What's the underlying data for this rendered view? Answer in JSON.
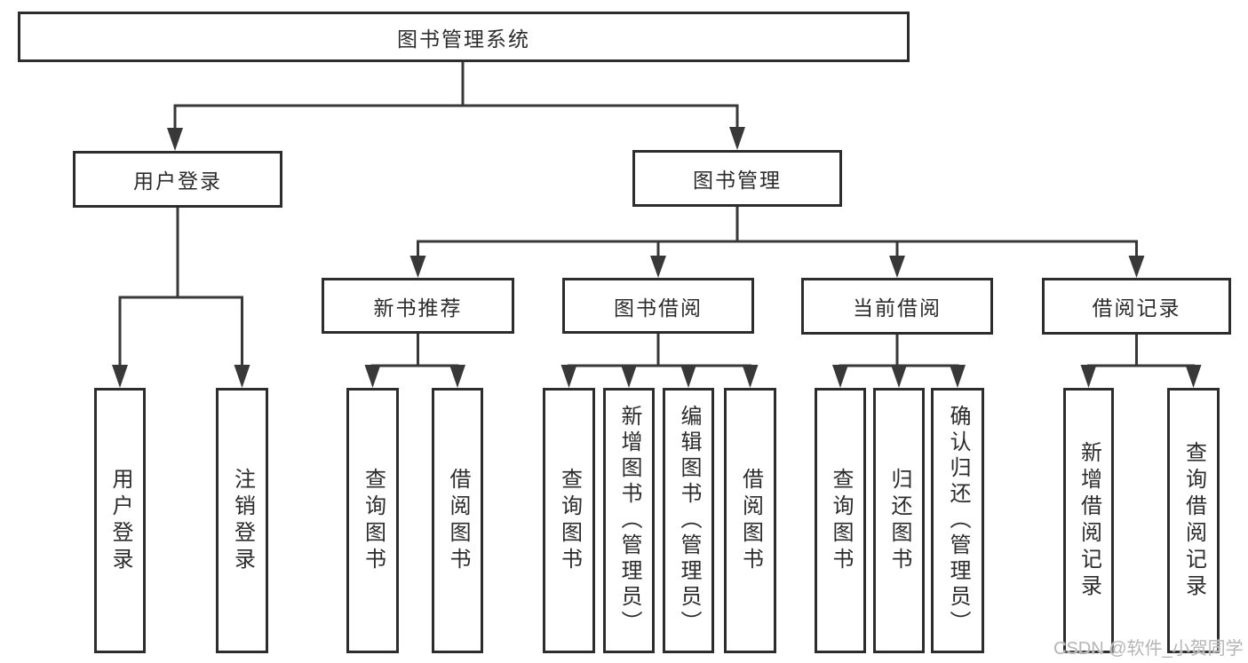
{
  "diagram": {
    "type": "hierarchy-diagram",
    "title": "图书管理系统"
  },
  "nodes": {
    "root": {
      "label": "图书管理系统"
    },
    "user_login": {
      "label": "用户登录"
    },
    "book_mgmt": {
      "label": "图书管理"
    },
    "new_book_rec": {
      "label": "新书推荐"
    },
    "book_borrow": {
      "label": "图书借阅"
    },
    "current_borrow": {
      "label": "当前借阅"
    },
    "borrow_records": {
      "label": "借阅记录"
    },
    "leaf_user_login": {
      "label": "用户登录"
    },
    "leaf_logout": {
      "label": "注销登录"
    },
    "leaf_query_books_rec": {
      "label": "查询图书"
    },
    "leaf_borrow_books_rec": {
      "label": "借阅图书"
    },
    "leaf_query_books_bor": {
      "label": "查询图书"
    },
    "leaf_add_book_admin": {
      "label": "新增图书（管理员）"
    },
    "leaf_edit_book_admin": {
      "label": "编辑图书（管理员）"
    },
    "leaf_borrow_books_bor": {
      "label": "借阅图书"
    },
    "leaf_query_books_cur": {
      "label": "查询图书"
    },
    "leaf_return_books": {
      "label": "归还图书"
    },
    "leaf_confirm_return_admin": {
      "label": "确认归还（管理员）"
    },
    "leaf_add_borrow_record": {
      "label": "新增借阅记录"
    },
    "leaf_query_borrow_record": {
      "label": "查询借阅记录"
    }
  },
  "tree": {
    "图书管理系统": {
      "用户登录": [
        "用户登录",
        "注销登录"
      ],
      "图书管理": {
        "新书推荐": [
          "查询图书",
          "借阅图书"
        ],
        "图书借阅": [
          "查询图书",
          "新增图书（管理员）",
          "编辑图书（管理员）",
          "借阅图书"
        ],
        "当前借阅": [
          "查询图书",
          "归还图书",
          "确认归还（管理员）"
        ],
        "借阅记录": [
          "新增借阅记录",
          "查询借阅记录"
        ]
      }
    }
  },
  "watermark": {
    "text": "CSDN @软件_小贺同学"
  },
  "colors": {
    "background": "#ffffff",
    "line": "#383838",
    "box_border": "#2d2d2d",
    "text": "#2c2c2c",
    "watermark": "#b5b5b5"
  }
}
